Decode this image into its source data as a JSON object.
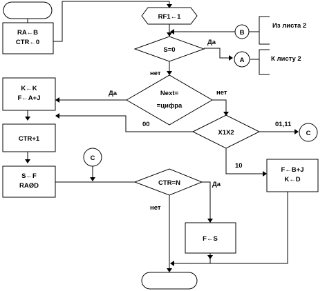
{
  "colors": {
    "stroke": "#000000",
    "fill": "#ffffff",
    "text": "#000000"
  },
  "blocks": {
    "ra_ctr": [
      "RA←B",
      "CTR←0"
    ],
    "k_f": [
      "K←K",
      "F←A+J"
    ],
    "ctr_inc": "CTR+1",
    "s_ra": [
      "S←F",
      "RAØD"
    ],
    "fs": "F←S",
    "fb_kd": [
      "F←B+J",
      "K←D"
    ],
    "rf1": "RF1←1"
  },
  "decisions": {
    "s0": "S=0",
    "next": [
      "Next=",
      "=цифра"
    ],
    "x1x2": "X1X2",
    "ctrn": "CTR=N"
  },
  "connectors": {
    "b": "B",
    "a": "A",
    "c": "C"
  },
  "comments": {
    "from_sheet2": "Из листа 2",
    "to_sheet2": "К листу 2"
  },
  "labels": {
    "yes": "Да",
    "no": "нет",
    "code00": "00",
    "code0111": "01,11",
    "code10": "10"
  }
}
